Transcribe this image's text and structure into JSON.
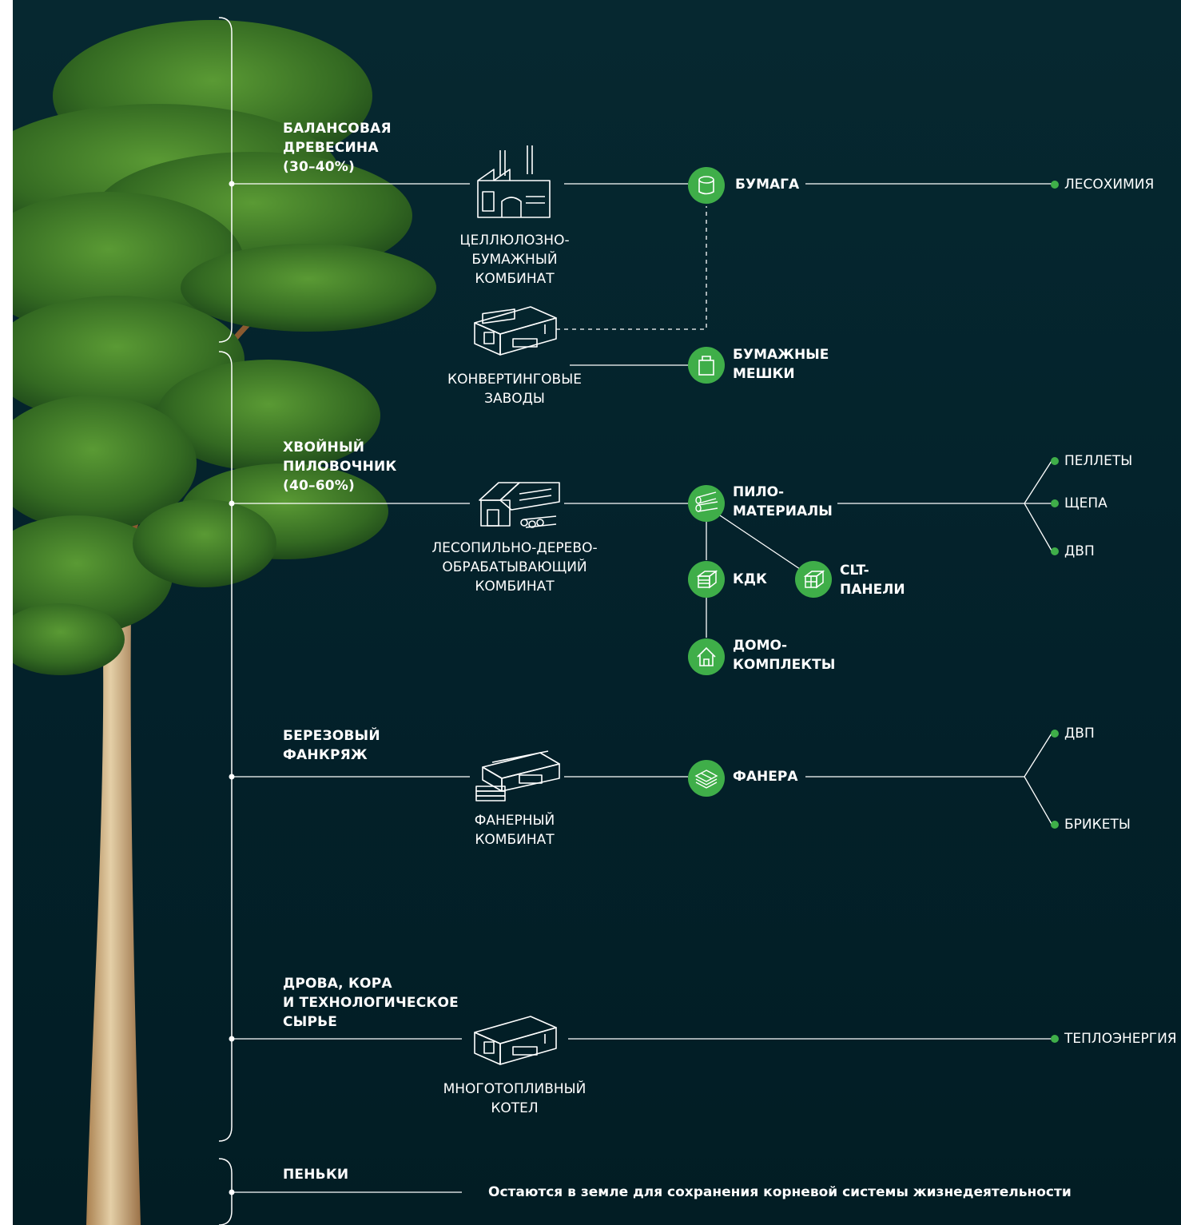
{
  "colors": {
    "background": "#05232a",
    "line": "#ffffff",
    "accent_green": "#3fae49",
    "tree_foliage": "#3f7f27",
    "tree_trunk": "#caa67a"
  },
  "categories": {
    "pulpwood": "БАЛАНСОВАЯ\nДРЕВЕСИНА\n(30–40%)",
    "sawlog": "ХВОЙНЫЙ\nПИЛОВОЧНИК\n(40–60%)",
    "birch": "БЕРЕЗОВЫЙ\nФАНКРЯЖ",
    "firewood": "ДРОВА, КОРА\nИ ТЕХНОЛОГИЧЕСКОЕ\nСЫРЬЕ",
    "stumps": "ПЕНЬКИ"
  },
  "plants": {
    "pulp_mill": "ЦЕЛЛЮЛОЗНО-\nБУМАЖНЫЙ\nКОМБИНАТ",
    "converting": "КОНВЕРТИНГОВЫЕ\nЗАВОДЫ",
    "sawmill": "ЛЕСОПИЛЬНО-ДЕРЕВО-\nОБРАБАТЫВАЮЩИЙ\nКОМБИНАТ",
    "plywood_mill": "ФАНЕРНЫЙ\nКОМБИНАТ",
    "boiler": "МНОГОТОПЛИВНЫЙ\nКОТЕЛ"
  },
  "products": {
    "paper": "БУМАГА",
    "paper_bags": "БУМАЖНЫЕ\nМЕШКИ",
    "lumber": "ПИЛО-\nМАТЕРИАЛЫ",
    "kdk": "КДК",
    "clt": "CLT-\nПАНЕЛИ",
    "house_kits": "ДОМО-\nКОМПЛЕКТЫ",
    "plywood": "ФАНЕРА"
  },
  "outputs": {
    "wood_chem": "ЛЕСОХИМИЯ",
    "pellets": "ПЕЛЛЕТЫ",
    "chips": "ЩЕПА",
    "fibreboard_1": "ДВП",
    "fibreboard_2": "ДВП",
    "briquettes": "БРИКЕТЫ",
    "heat_energy": "ТЕПЛОЭНЕРГИЯ"
  },
  "stumps_note": "Остаются в земле для сохранения корневой системы жизнедеятельности",
  "icons": {
    "pulp_mill": "factory-chimneys-icon",
    "converting": "warehouse-icon",
    "sawmill": "sawmill-icon",
    "plywood_mill": "plywood-factory-icon",
    "boiler": "boiler-plant-icon",
    "paper": "paper-roll-icon",
    "paper_bags": "paper-bag-icon",
    "lumber": "logs-icon",
    "kdk": "timber-block-icon",
    "clt": "clt-panel-icon",
    "house_kits": "house-icon",
    "plywood": "plywood-layers-icon"
  }
}
